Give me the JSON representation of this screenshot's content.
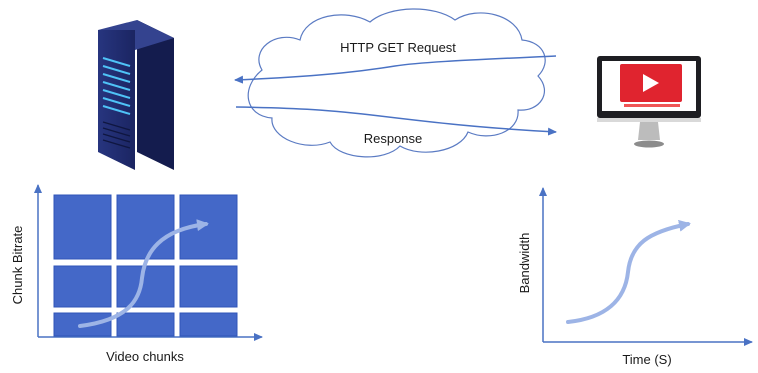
{
  "arrows": {
    "request_label": "HTTP GET Request",
    "response_label": "Response"
  },
  "left_chart": {
    "xlabel": "Video chunks",
    "ylabel": "Chunk Bitrate",
    "grid": {
      "rows": 3,
      "cols": 3
    }
  },
  "right_chart": {
    "xlabel": "Time (S)",
    "ylabel": "Bandwidth"
  },
  "icons": {
    "server": "server-rack-icon",
    "client": "monitor-video-player-icon",
    "network": "cloud-icon"
  },
  "colors": {
    "tile": "#4468c8",
    "tile_edge": "#2f55b8",
    "arrow": "#4a72c4",
    "curve": "#9db4e6",
    "server_body": "#1f2a6e",
    "server_light": "#4fc3f7",
    "player_red": "#e0242f"
  }
}
